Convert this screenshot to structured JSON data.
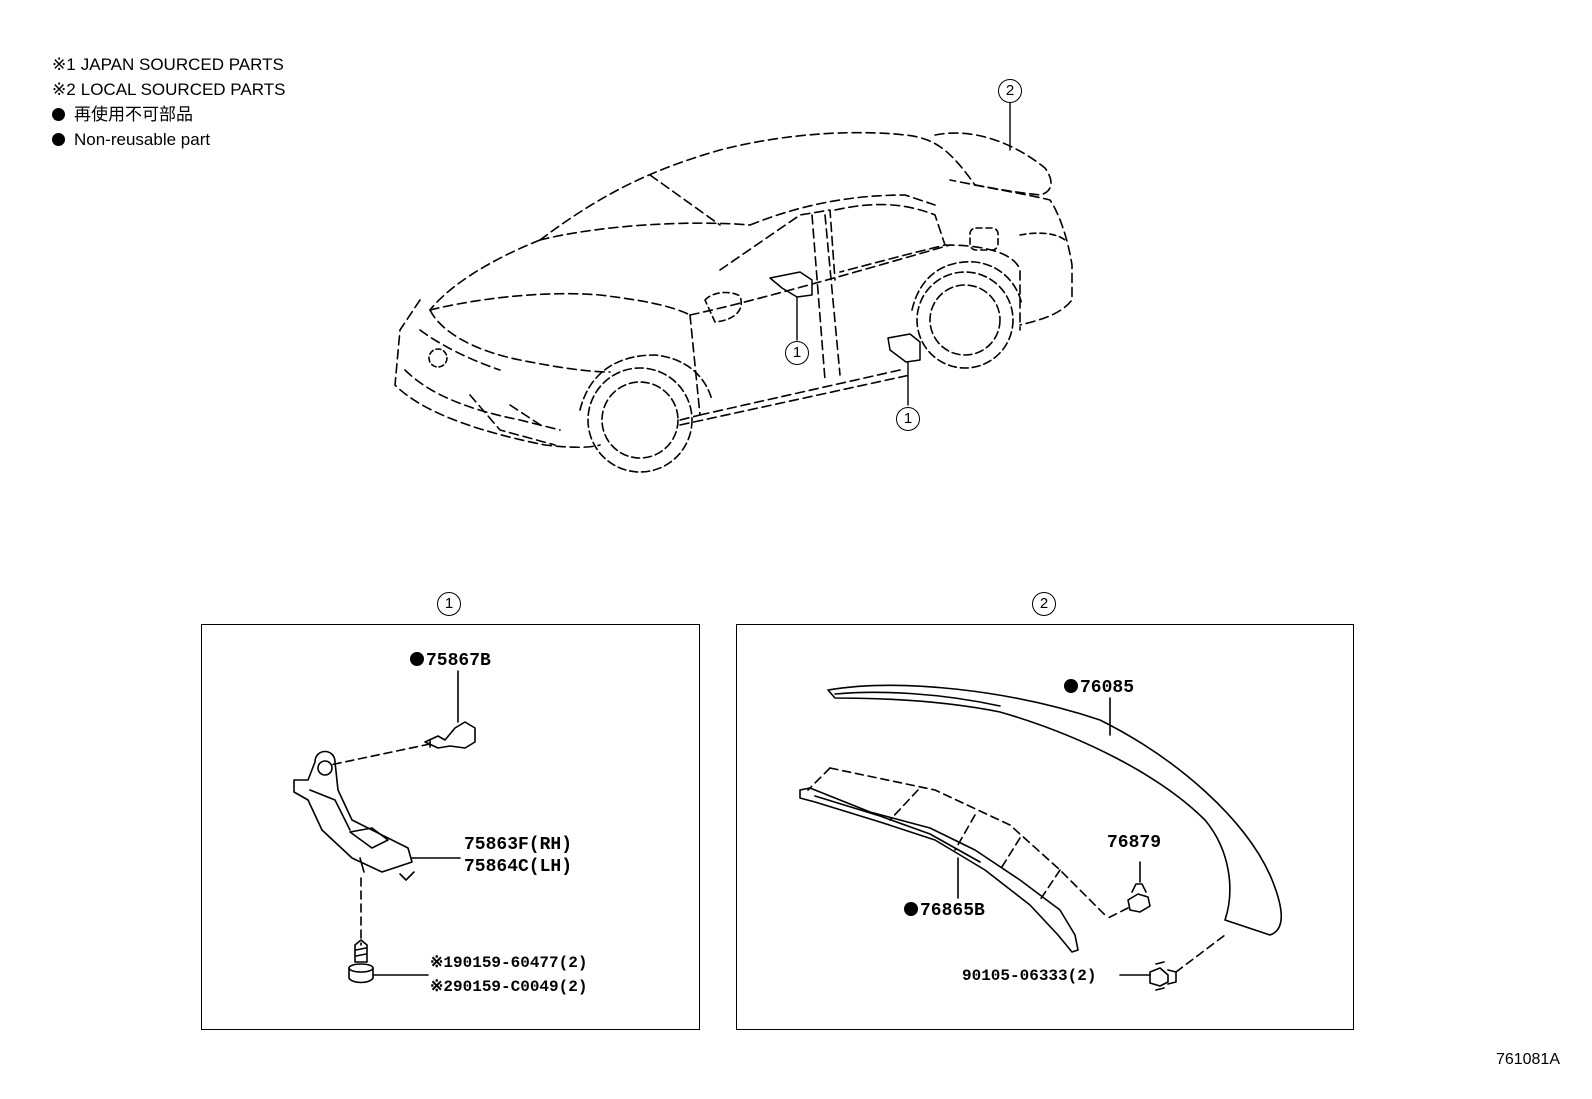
{
  "legend": {
    "japan": {
      "mark": "※1",
      "text": "JAPAN SOURCED PARTS"
    },
    "local": {
      "mark": "※2",
      "text": "LOCAL SOURCED PARTS"
    },
    "nonreuse_jp": "再使用不可部品",
    "nonreuse_en": "Non-reusable part"
  },
  "callouts": {
    "one": "1",
    "two": "2"
  },
  "group1": {
    "clip": "75867B",
    "bracket_rh": "75863F(RH)",
    "bracket_lh": "75864C(LH)",
    "screw1_mark": "※1",
    "screw1": "90159-60477(2)",
    "screw2_mark": "※2",
    "screw2": "90159-C0049(2)"
  },
  "group2": {
    "spoiler": "76085",
    "clip": "76879",
    "seal": "76865B",
    "screw": "90105-06333(2)"
  },
  "illustration_code": "761081A"
}
